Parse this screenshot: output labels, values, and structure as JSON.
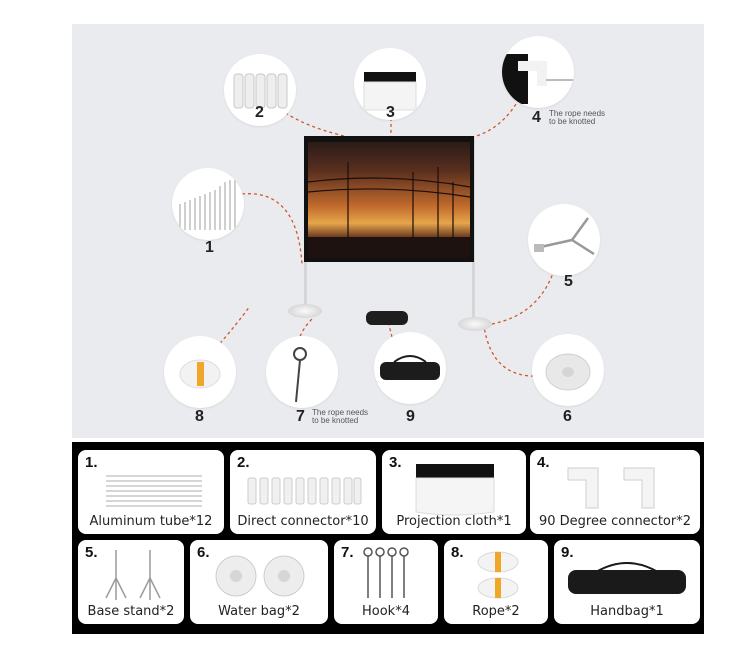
{
  "diagram": {
    "callouts": [
      {
        "number": "1"
      },
      {
        "number": "2"
      },
      {
        "number": "3"
      },
      {
        "number": "4",
        "note_line1": "The rope needs",
        "note_line2": "to be knotted"
      },
      {
        "number": "5"
      },
      {
        "number": "6"
      },
      {
        "number": "7",
        "note_line1": "The rope needs",
        "note_line2": "to be knotted"
      },
      {
        "number": "8"
      },
      {
        "number": "9"
      }
    ],
    "colors": {
      "panel": "#eaebee",
      "leader": "#d2562a",
      "screen_frame": "#111111"
    }
  },
  "parts": [
    {
      "number": "1.",
      "label": "Aluminum tube*12"
    },
    {
      "number": "2.",
      "label": "Direct connector*10"
    },
    {
      "number": "3.",
      "label": "Projection cloth*1"
    },
    {
      "number": "4.",
      "label": "90 Degree connector*2"
    },
    {
      "number": "5.",
      "label": "Base stand*2"
    },
    {
      "number": "6.",
      "label": "Water bag*2"
    },
    {
      "number": "7.",
      "label": "Hook*4"
    },
    {
      "number": "8.",
      "label": "Rope*2"
    },
    {
      "number": "9.",
      "label": "Handbag*1"
    }
  ]
}
